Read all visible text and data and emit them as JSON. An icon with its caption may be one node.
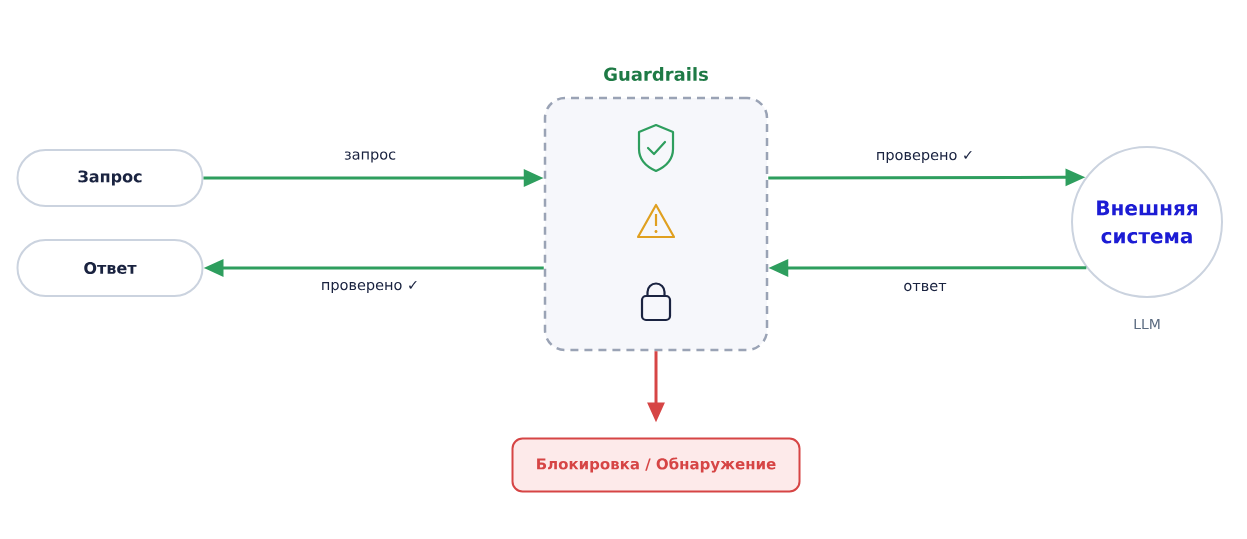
{
  "diagram": {
    "nodes": [
      {
        "text": [
          "Запрос"
        ]
      },
      {
        "text": [
          "Ответ"
        ]
      },
      {
        "text": [
          "Guardrails"
        ]
      },
      {
        "text": [
          "Внешняя система"
        ],
        "beside": [
          "LLM"
        ]
      },
      {
        "text": [
          "Блокировка / Обнаружение"
        ]
      }
    ],
    "edges": [
      {
        "from": 0,
        "to": 2,
        "arrow": "to",
        "label": "запрос"
      },
      {
        "from": 2,
        "to": 3,
        "arrow": "to",
        "label": "проверено ✓"
      },
      {
        "from": 3,
        "to": 2,
        "arrow": "to",
        "label": "ответ"
      },
      {
        "from": 2,
        "to": 1,
        "arrow": "to",
        "label": "проверено ✓"
      },
      {
        "from": 2,
        "to": 4,
        "arrow": "to",
        "color": "#d64545"
      }
    ]
  }
}
